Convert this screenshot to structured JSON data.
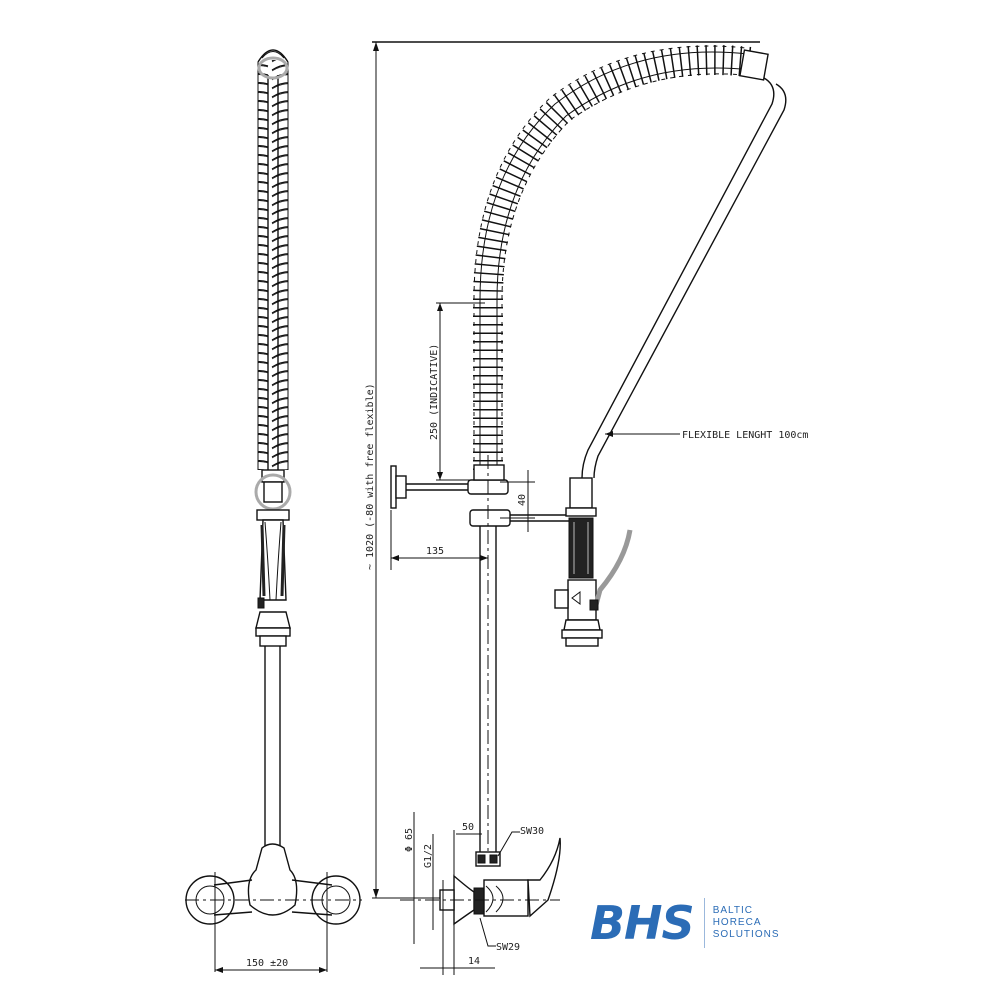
{
  "drawing": {
    "subject": "Pre-rinse faucet unit technical drawing",
    "views": [
      "side-view-left",
      "front-view-right"
    ]
  },
  "dimensions": {
    "total_height": "~ 1020 (-80 with free flexible)",
    "spring_indicative": "250 (INDICATIVE)",
    "arm_offset": "135",
    "bracket_spacing": "40",
    "flexible_note": "FLEXIBLE LENGHT 100cm",
    "wall_centers": "150 ±20",
    "wall_offset": "50",
    "nut_top": "SW30",
    "nut_bottom": "SW29",
    "flange_diameter": "Φ 65",
    "thread": "G1/2",
    "thread_depth": "14"
  },
  "logo": {
    "mark": "BHS",
    "line1": "BALTIC",
    "line2": "HORECA",
    "line3": "SOLUTIONS",
    "color": "#2b6cb6"
  }
}
